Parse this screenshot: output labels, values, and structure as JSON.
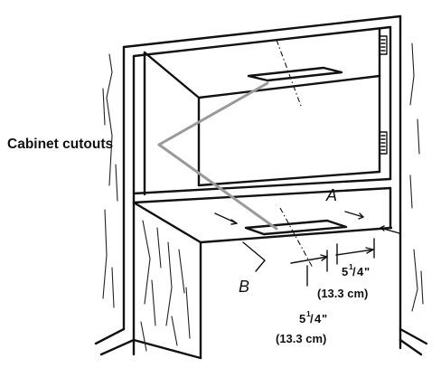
{
  "diagram": {
    "callout_label": "Cabinet cutouts",
    "marker_a": "A",
    "marker_b": "B",
    "dimension_right": {
      "whole": "5",
      "fraction_numerator": "1",
      "fraction_denominator": "4",
      "inch_mark": "\"",
      "metric": "(13.3 cm)"
    },
    "dimension_left": {
      "whole": "5",
      "fraction_numerator": "1",
      "fraction_denominator": "4",
      "inch_mark": "\"",
      "metric": "(13.3 cm)"
    }
  },
  "colors": {
    "line": "#111111",
    "leader": "#9a9a9a",
    "background": "#ffffff"
  }
}
